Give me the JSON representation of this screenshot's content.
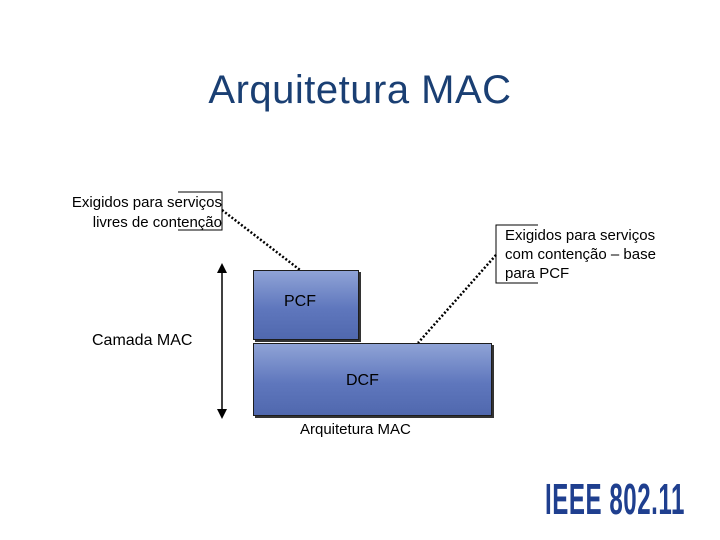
{
  "slide": {
    "title": "Arquitetura MAC",
    "callout_left": {
      "line1": "Exigidos para serviços",
      "line2": "livres de contenção"
    },
    "callout_right": {
      "line1": "Exigidos para serviços",
      "line2": "com contenção – base",
      "line3": "para PCF"
    },
    "pcf_label": "PCF",
    "dcf_label": "DCF",
    "layer_label": "Camada MAC",
    "diagram_caption": "Arquitetura MAC",
    "logo_text": "IEEE 802.11"
  },
  "colors": {
    "title": "#1a3f73",
    "box_top": "#8fa3d6",
    "box_bottom": "#5068ae",
    "logo": "#1f3f8f"
  }
}
